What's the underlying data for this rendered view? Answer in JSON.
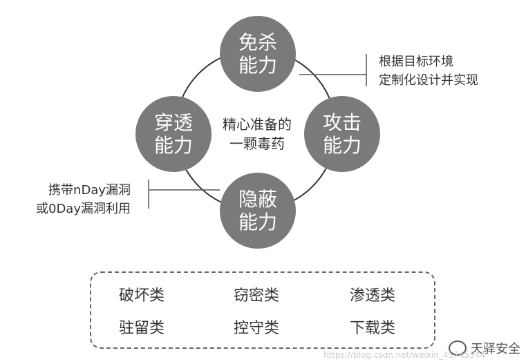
{
  "center": {
    "line1": "精心准备的",
    "line2": "一颗毒药"
  },
  "nodes": {
    "top": {
      "line1": "免杀",
      "line2": "能力"
    },
    "left": {
      "line1": "穿透",
      "line2": "能力"
    },
    "right": {
      "line1": "攻击",
      "line2": "能力"
    },
    "bottom": {
      "line1": "隐蔽",
      "line2": "能力"
    }
  },
  "notes": {
    "top_right": {
      "line1": "根据目标环境",
      "line2": "定制化设计并实现"
    },
    "bottom_left": {
      "line1": "携带nDay漏洞",
      "line2": "或0Day漏洞利用"
    }
  },
  "categories": [
    "破坏类",
    "窃密类",
    "渗透类",
    "驻留类",
    "控守类",
    "下载类"
  ],
  "watermark": {
    "brand": "天驿安全",
    "url": "https://blog.csdn.net/weixin_45745344"
  },
  "colors": {
    "node": "#7a7a7a",
    "ring": "#333333",
    "text": "#333333"
  }
}
